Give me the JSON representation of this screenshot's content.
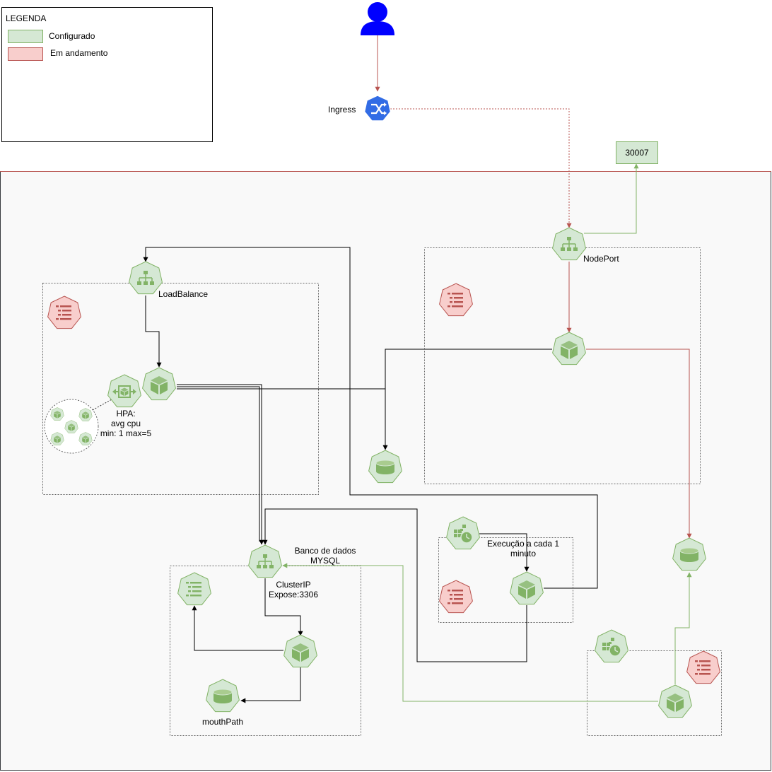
{
  "legend": {
    "title": "LEGENDA",
    "items": [
      {
        "label": "Configurado",
        "color": "#d5e8d4",
        "border": "#82b366"
      },
      {
        "label": "Em andamento",
        "color": "#f8cecc",
        "border": "#b85450"
      }
    ]
  },
  "colors": {
    "configured_fill": "#d5e8d4",
    "configured_stroke": "#82b366",
    "in_progress_fill": "#f8cecc",
    "in_progress_stroke": "#b85450",
    "user_blue": "#0000ff",
    "ingress_blue": "#326ce5",
    "edge_red": "#b85450",
    "edge_green": "#82b366"
  },
  "labels": {
    "ingress": "Ingress",
    "port": "30007",
    "nodeport": "NodePort",
    "loadbalance": "LoadBalance",
    "hpa_line1": "HPA:",
    "hpa_line2": "avg cpu",
    "hpa_line3": "min: 1 max=5",
    "db_line1": "Banco de dados",
    "db_line2": "MYSQL",
    "clusterip_line1": "ClusterIP",
    "clusterip_line2": "Expose:3306",
    "mouthpath": "mouthPath",
    "cron_line1": "Execução a cada 1",
    "cron_line2": "minuto"
  },
  "icons": [
    "user-icon",
    "ingress-icon",
    "service-icon",
    "pod-icon",
    "configmap-icon",
    "volume-icon",
    "hpa-icon",
    "cronjob-icon"
  ]
}
